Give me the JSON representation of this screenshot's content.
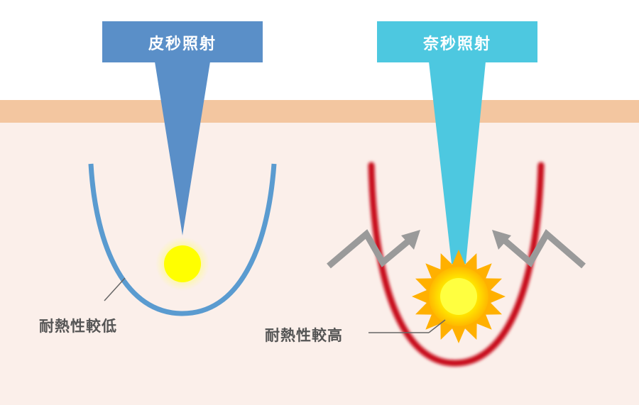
{
  "left_panel": {
    "title": "皮秒照射",
    "result_label": "耐熱性較低"
  },
  "right_panel": {
    "title": "奈秒照射",
    "result_label": "耐熱性較高"
  },
  "colors": {
    "skin_surface": "#f3c6a0",
    "dermis": "#fbefea",
    "picosecond_beam": "#5a8fc8",
    "nanosecond_beam": "#4dc8e0",
    "cold_curve": "#5a9bd0",
    "hot_curve": "#c8101a",
    "heat_arrow": "#999999",
    "label_text": "#555555",
    "sun_core": "#ffff00",
    "sun_rays": "#ffb000"
  },
  "icons": {
    "laser_beam": "beam-icon",
    "energy_point": "sun-icon",
    "heat_spread": "zigzag-arrow-icon"
  }
}
